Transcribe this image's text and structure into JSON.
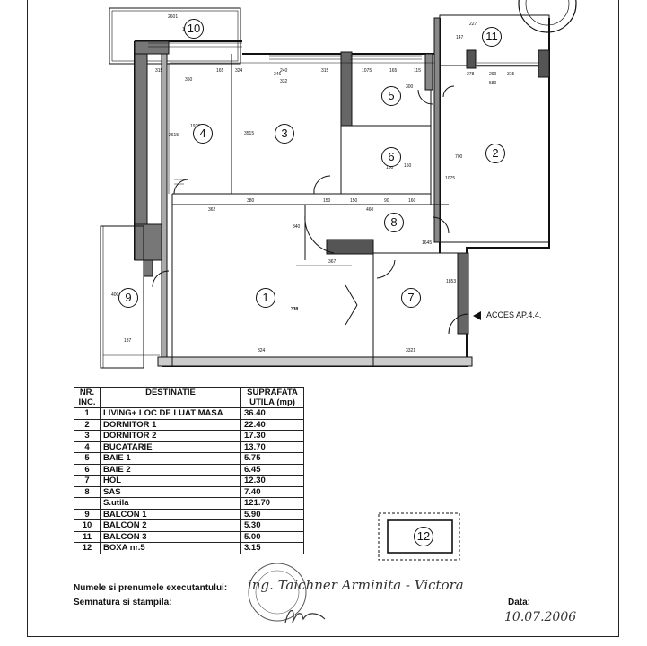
{
  "plan": {
    "access_label": "ACCES AP.4.4.",
    "room_numbers": [
      "1",
      "2",
      "3",
      "4",
      "5",
      "6",
      "7",
      "8",
      "9",
      "10",
      "11",
      "12"
    ],
    "dimensions": [
      "2601",
      "152",
      "227",
      "147",
      "315",
      "165",
      "324",
      "240",
      "315",
      "1075",
      "165",
      "115",
      "350",
      "346",
      "332",
      "315",
      "278",
      "290",
      "580",
      "1923",
      "2615",
      "3515",
      "300",
      "150",
      "362",
      "380",
      "150",
      "150",
      "90",
      "160",
      "460",
      "150",
      "340",
      "367",
      "318",
      "1075",
      "700",
      "400",
      "137",
      "324",
      "339",
      "3321",
      "1853",
      "1645"
    ]
  },
  "legend": {
    "headers": {
      "nr": "NR. INC.",
      "dest": "DESTINATIE",
      "supr": "SUPRAFATA UTILA (mp)"
    },
    "rows": [
      {
        "nr": "1",
        "dest": "LIVING+ LOC DE LUAT MASA",
        "area": "36.40"
      },
      {
        "nr": "2",
        "dest": "DORMITOR 1",
        "area": "22.40"
      },
      {
        "nr": "3",
        "dest": "DORMITOR 2",
        "area": "17.30"
      },
      {
        "nr": "4",
        "dest": "BUCATARIE",
        "area": "13.70"
      },
      {
        "nr": "5",
        "dest": "BAIE 1",
        "area": "5.75"
      },
      {
        "nr": "6",
        "dest": "BAIE 2",
        "area": "6.45"
      },
      {
        "nr": "7",
        "dest": "HOL",
        "area": "12.30"
      },
      {
        "nr": "8",
        "dest": "SAS",
        "area": "7.40"
      },
      {
        "nr": "",
        "dest": "S.utila",
        "area": "121.70"
      },
      {
        "nr": "9",
        "dest": "BALCON 1",
        "area": "5.90"
      },
      {
        "nr": "10",
        "dest": "BALCON 2",
        "area": "5.30"
      },
      {
        "nr": "11",
        "dest": "BALCON 3",
        "area": "5.00"
      },
      {
        "nr": "12",
        "dest": "BOXA nr.5",
        "area": "3.15"
      }
    ]
  },
  "footer": {
    "executor_label": "Numele si prenumele executantului:",
    "executor_name": "ing. Taichner Arminita - Victora",
    "signature_label": "Semnatura si stampila:",
    "date_label": "Data:",
    "date_value": "10.07.2006"
  }
}
